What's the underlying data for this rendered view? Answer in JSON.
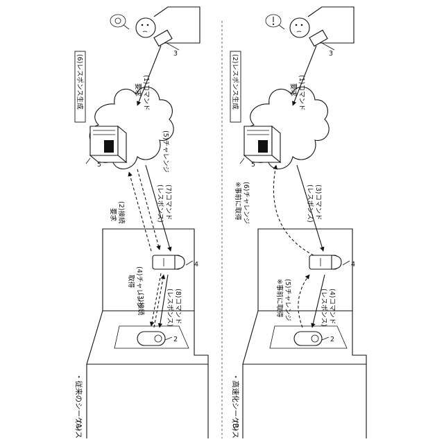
{
  "panel_a": {
    "title": "・従来のシーケンス",
    "figure_label": "(A)",
    "steps": {
      "command_request": [
        "(1)コマンド",
        "要求"
      ],
      "connect_request": [
        "(2)接続",
        "要求"
      ],
      "connect": "(3)接続",
      "challenge_get": [
        "(4)チャレンジ",
        "取得"
      ],
      "challenge": "(5)チャレンジ",
      "response_gen": "(6)レスポンス生成",
      "command_response_7": [
        "(7)コマンド",
        "(レスポンス)"
      ],
      "command_response_8": [
        "(8)コマンド",
        "(レスポンス)"
      ]
    },
    "refs": {
      "phone": "3",
      "server": "5",
      "hub": "4",
      "lock": "2"
    }
  },
  "panel_b": {
    "title": "・高速化シーケンス",
    "figure_label": "(B)",
    "steps": {
      "command_request": [
        "(1)コマンド",
        "要求"
      ],
      "response_gen": "(2)レスポンス生成",
      "command_response_3": [
        "(3)コマンド",
        "(レスポンス)"
      ],
      "command_response_4": [
        "(4)コマンド",
        "(レスポンス)"
      ],
      "challenge_5": [
        "(5)チャレンジ",
        "※事前に取得"
      ],
      "challenge_6": [
        "(6)チャレンジ",
        "※事前に取得"
      ]
    },
    "refs": {
      "phone": "3",
      "server": "5",
      "hub": "4",
      "lock": "2"
    }
  },
  "icons": {
    "cloud": "cloud-icon",
    "server": "server-icon",
    "hub": "hub-icon",
    "smart_lock": "smart-lock-icon",
    "smartphone": "smartphone-icon",
    "person": "person-icon"
  }
}
